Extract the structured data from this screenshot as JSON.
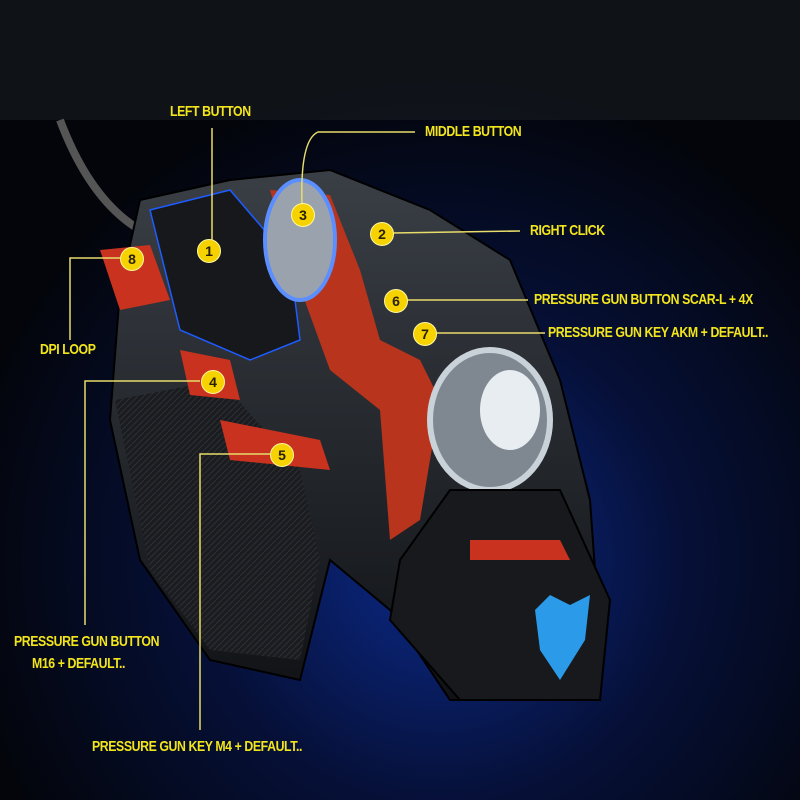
{
  "labels": {
    "left_button": "LEFT BUTTON",
    "middle_button": "MIDDLE BUTTON",
    "right_click": "RIGHT CLICK",
    "scar": "PRESSURE GUN BUTTON SCAR-L + 4X",
    "akm": "PRESSURE GUN KEY AKM + DEFAULT..",
    "dpi_loop": "DPI LOOP",
    "m16_line1": "PRESSURE GUN BUTTON",
    "m16_line2": "M16 + DEFAULT..",
    "m4": "PRESSURE GUN KEY M4 + DEFAULT.."
  },
  "markers": [
    "1",
    "2",
    "3",
    "4",
    "5",
    "6",
    "7",
    "8"
  ],
  "colors": {
    "label": "#f3e51b",
    "marker": "#f5d200",
    "accent_red": "#c8321e",
    "glow_blue": "#1e5cff"
  }
}
